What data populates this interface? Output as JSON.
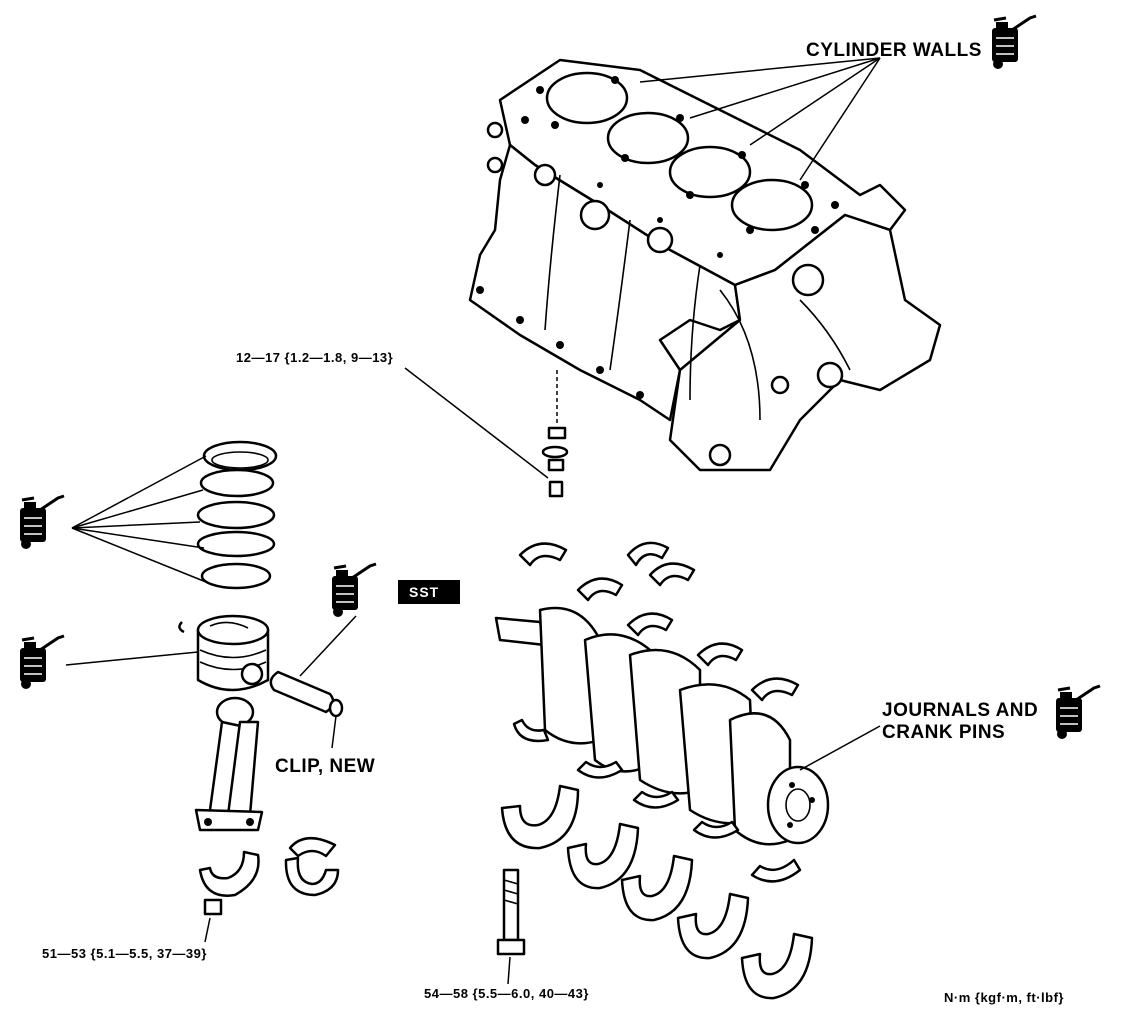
{
  "labels": {
    "cylinder_walls": "CYLINDER WALLS",
    "torque_oil_jet": "12—17 {1.2—1.8, 9—13}",
    "sst": "SST",
    "clip_new": "CLIP, NEW",
    "journals_line1": "JOURNALS AND",
    "journals_line2": "CRANK PINS",
    "torque_conrod": "51—53 {5.1—5.5, 37—39}",
    "torque_main": "54—58 {5.5—6.0, 40—43}",
    "units": "N·m {kgf·m, ft·lbf}"
  },
  "icons": {
    "oil_can": "oil-can-icon"
  }
}
